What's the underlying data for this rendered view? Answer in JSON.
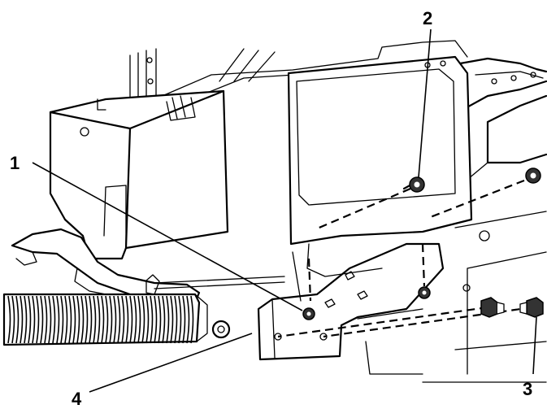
{
  "callouts": {
    "c1": "1",
    "c2": "2",
    "c3": "3",
    "c4": "4"
  },
  "colors": {
    "line": "#000000",
    "background": "#ffffff",
    "bolt_dark": "#333333"
  }
}
